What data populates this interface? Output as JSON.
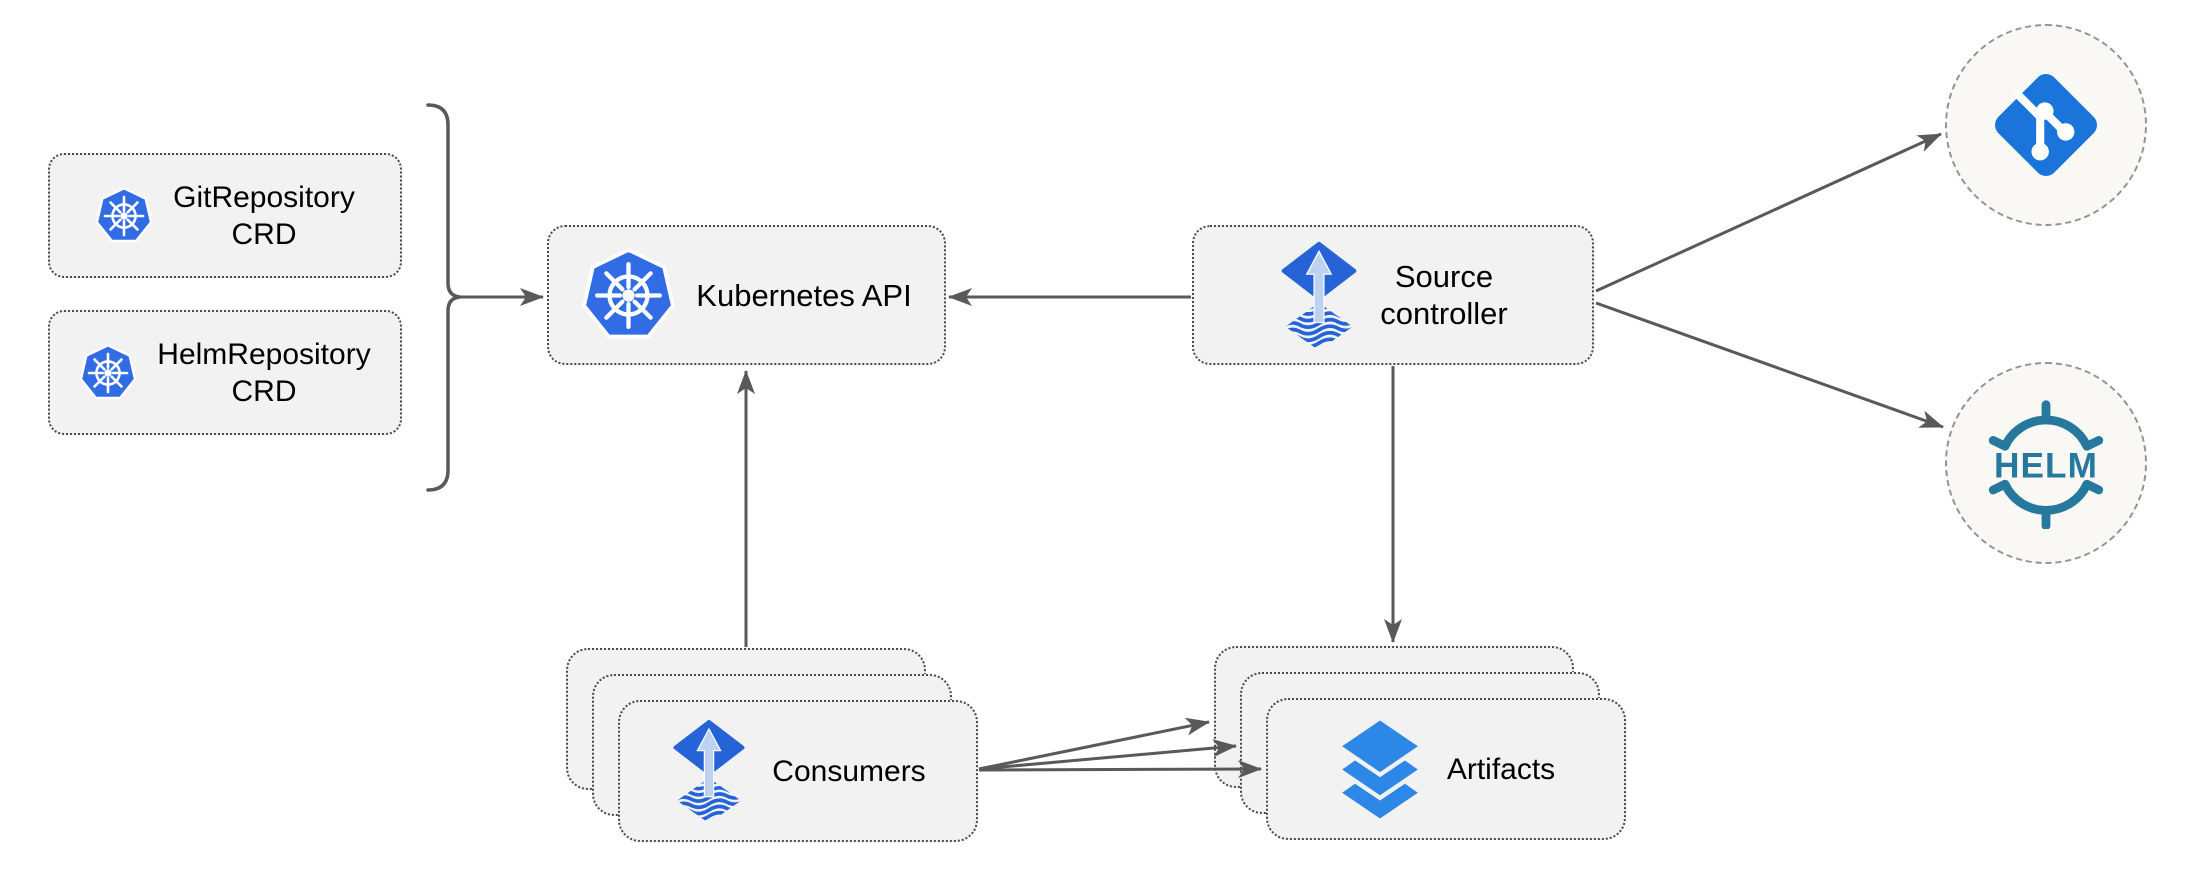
{
  "theme": {
    "canvas_bg": "#ffffff",
    "node_fill": "#f2f2f3",
    "node_border": "#4a4a4a",
    "endpoint_fill": "#faf8f4",
    "endpoint_border": "#949494",
    "arrow_gray": "#595959",
    "text_color": "#000000",
    "kubernetes_blue": "#326ce5",
    "flux_blue": "#2563d6",
    "flux_arrow_light": "#bdd1f1",
    "git_blue": "#1b74d9",
    "helm_teal": "#26799d",
    "layers_blue": "#2d87e6"
  },
  "nodes": {
    "git_crd": {
      "line1": "GitRepository",
      "line2": "CRD"
    },
    "helm_crd": {
      "line1": "HelmRepository",
      "line2": "CRD"
    },
    "k8s_api": {
      "label": "Kubernetes API"
    },
    "source_controller": {
      "line1": "Source",
      "line2": "controller"
    },
    "consumers": {
      "label": "Consumers"
    },
    "artifacts": {
      "label": "Artifacts"
    },
    "helm_endpoint": {
      "logo_text": "HELM"
    }
  }
}
